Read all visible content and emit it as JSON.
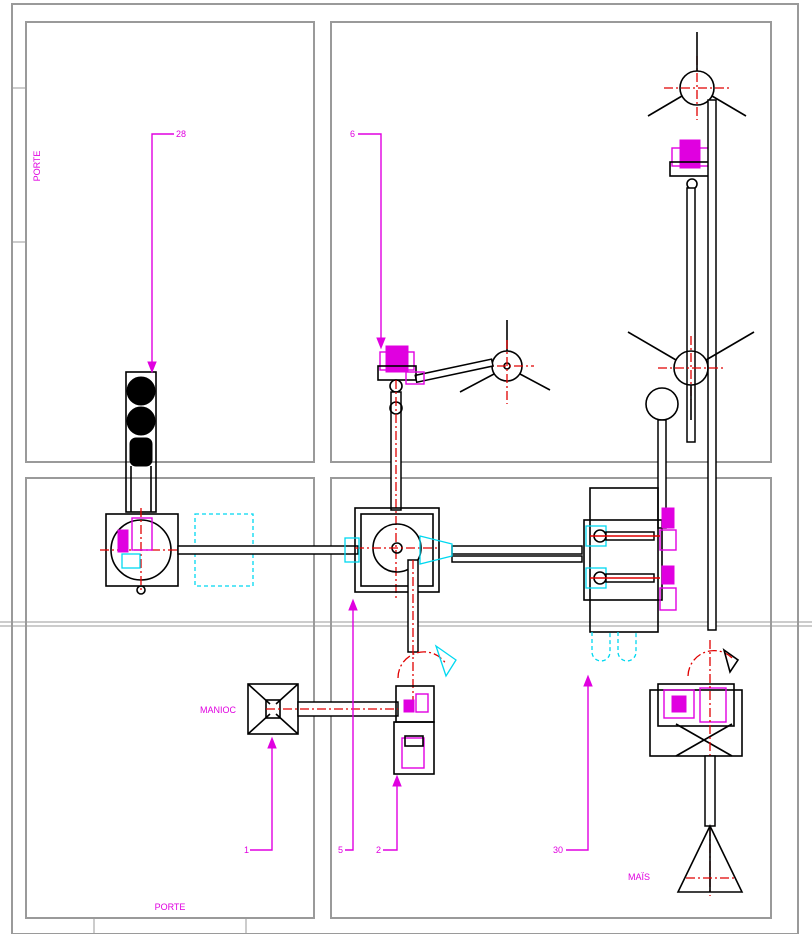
{
  "labels": {
    "porte_left": "PORTE",
    "porte_bottom": "PORTE",
    "manioc": "MANIOC",
    "mais": "MAÏS",
    "callout_28": "28",
    "callout_6": "6",
    "callout_1": "1",
    "callout_5": "5",
    "callout_2": "2",
    "callout_30": "30"
  },
  "colors": {
    "walls": "#9a9a9a",
    "equipment": "#000000",
    "centerlines": "#e00000",
    "motors_callouts": "#e000e0",
    "outlines": "#00d8f0"
  }
}
